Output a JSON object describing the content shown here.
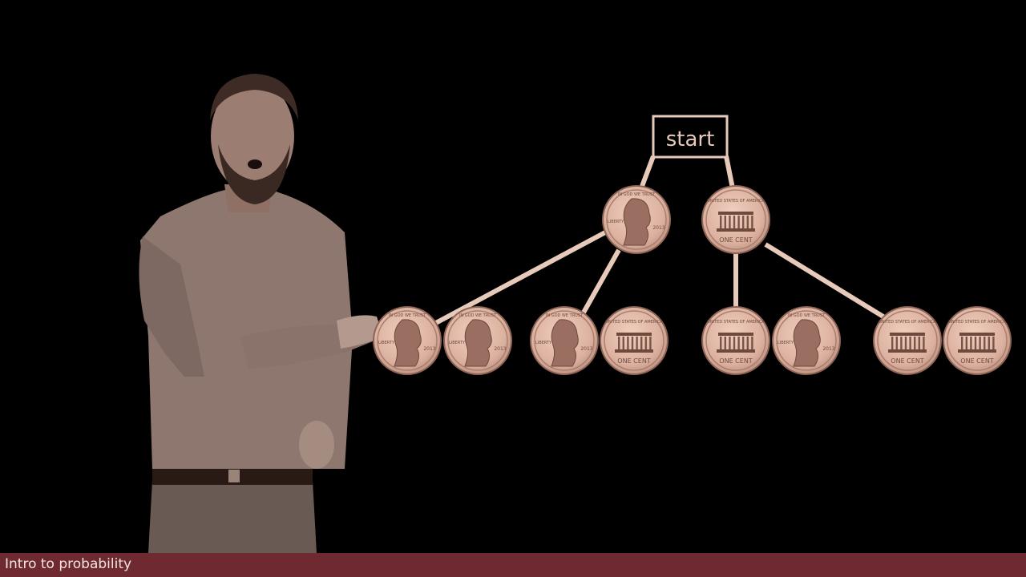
{
  "diagram": {
    "root_label": "start",
    "accent_color": "#e8cabb",
    "level1": [
      "heads",
      "tails"
    ],
    "level2": [
      "heads",
      "heads",
      "heads",
      "tails",
      "tails",
      "heads",
      "tails",
      "tails"
    ]
  },
  "coin_text": {
    "heads_top": "IN GOD WE TRUST",
    "heads_left": "LIBERTY",
    "heads_year": "2013",
    "tails_top": "UNITED STATES OF AMERICA",
    "tails_bottom": "ONE CENT"
  },
  "footer": {
    "title": "Intro to probability",
    "bar_color": "#6e2a30"
  },
  "presenter": {
    "icon": "presenter-silhouette"
  }
}
